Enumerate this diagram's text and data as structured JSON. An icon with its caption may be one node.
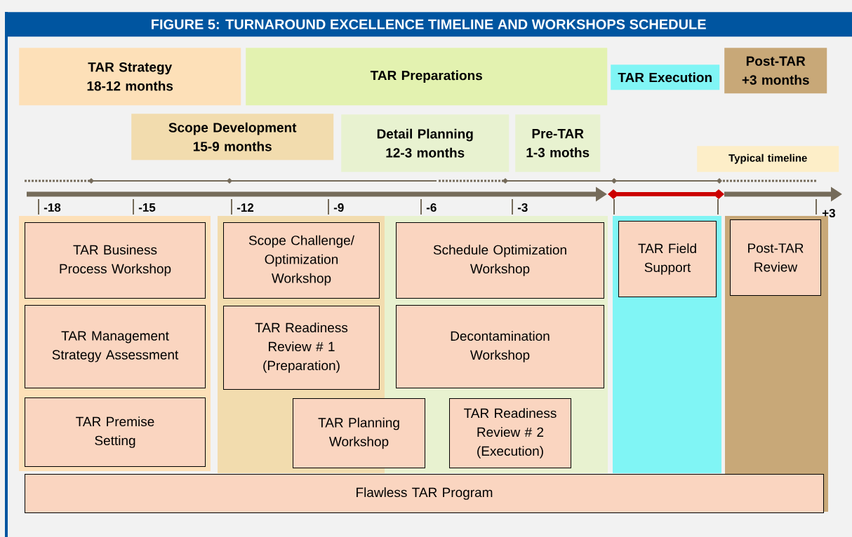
{
  "diagram": {
    "title": "FIGURE 5: TURNAROUND EXCELLENCE TIMELINE AND WORKSHOPS SCHEDULE",
    "nodes": [
      {
        "text": [
          "TAR Strategy",
          "18-12 months"
        ]
      },
      {
        "text": [
          "TAR Preparations"
        ]
      },
      {
        "text": [
          "TAR Execution"
        ]
      },
      {
        "text": [
          "Post-TAR",
          "+3 months"
        ]
      },
      {
        "text": [
          "Scope Development",
          "15-9 months"
        ]
      },
      {
        "text": [
          "Detail Planning",
          "12-3 months"
        ]
      },
      {
        "text": [
          "Pre-TAR",
          "1-3 moths"
        ]
      },
      {
        "text": [
          "Typical timeline"
        ]
      },
      {
        "text": [
          "TAR Business Process Workshop"
        ]
      },
      {
        "text": [
          "TAR Management Strategy Assessment"
        ]
      },
      {
        "text": [
          "TAR Premise Setting"
        ]
      },
      {
        "text": [
          "Scope Challenge/ Optimization Workshop"
        ]
      },
      {
        "text": [
          "TAR Readiness Review # 1 (Preparation)"
        ]
      },
      {
        "text": [
          "TAR Planning Workshop"
        ]
      },
      {
        "text": [
          "Schedule Optimization Workshop"
        ]
      },
      {
        "text": [
          "Decontamination Workshop"
        ]
      },
      {
        "text": [
          "TAR Readiness Review # 2 (Execution)"
        ]
      },
      {
        "text": [
          "TAR Field Support"
        ]
      },
      {
        "text": [
          "Post-TAR Review"
        ]
      },
      {
        "text": [
          "Flawless TAR Program"
        ]
      }
    ],
    "labels": [
      "-18",
      "-15",
      "-12",
      "-9",
      "-6",
      "-3",
      "+3"
    ]
  }
}
